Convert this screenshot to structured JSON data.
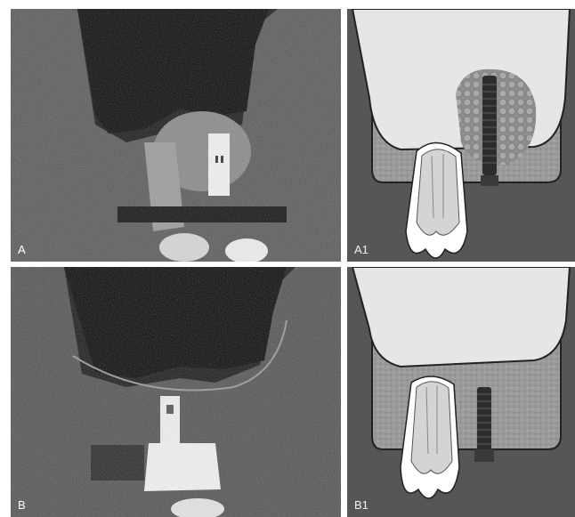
{
  "figure": {
    "panels": [
      {
        "id": "A",
        "label": "A",
        "kind": "ct-scan"
      },
      {
        "id": "A1",
        "label": "A1",
        "kind": "schematic"
      },
      {
        "id": "B",
        "label": "B",
        "kind": "ct-scan"
      },
      {
        "id": "B1",
        "label": "B1",
        "kind": "schematic"
      }
    ]
  },
  "colors": {
    "background": "#ffffff",
    "scan_dark": "#0b0b0b",
    "scan_bone": "#7a7a7a",
    "schematic_bg": "#565656",
    "sinus_fill": "#e6e6e6",
    "bone_graft": "#a7a7a7",
    "tooth_fill": "#d9d9d9",
    "implant": "#2a2a2a"
  }
}
